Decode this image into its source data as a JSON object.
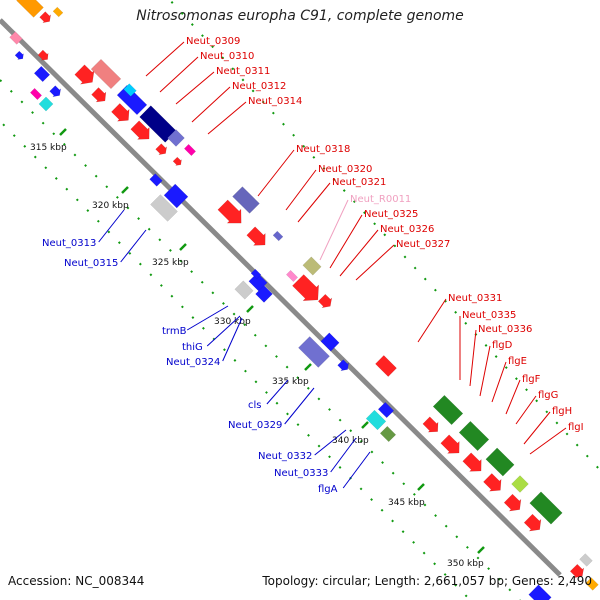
{
  "title": "Nitrosomonas europha C91, complete genome",
  "accession": "Accession: NC_008344",
  "summary": "Topology: circular; Length: 2,661,057 bp; Genes: 2,490",
  "colors": {
    "backbone": "#8a8a8a",
    "tick": "#119911",
    "outer_label": "#dd0000",
    "inner_label": "#0000cc",
    "rna_label": "#f0a0c0"
  },
  "scale_ticks": [
    "315 kbp",
    "320 kbp",
    "325 kbp",
    "330 kbp",
    "335 kbp",
    "340 kbp",
    "345 kbp",
    "350 kbp"
  ],
  "outer_labels": [
    "Neut_0309",
    "Neut_0310",
    "Neut_0311",
    "Neut_0312",
    "Neut_0314",
    "Neut_0318",
    "Neut_0320",
    "Neut_0321",
    "Neut_R0011",
    "Neut_0325",
    "Neut_0326",
    "Neut_0327",
    "Neut_0331",
    "Neut_0335",
    "Neut_0336",
    "flgD",
    "flgE",
    "flgF",
    "flgG",
    "flgH",
    "flgI"
  ],
  "inner_labels": [
    "Neut_0313",
    "Neut_0315",
    "trmB",
    "thiG",
    "Neut_0324",
    "cls",
    "Neut_0329",
    "Neut_0332",
    "Neut_0333",
    "flgA"
  ]
}
